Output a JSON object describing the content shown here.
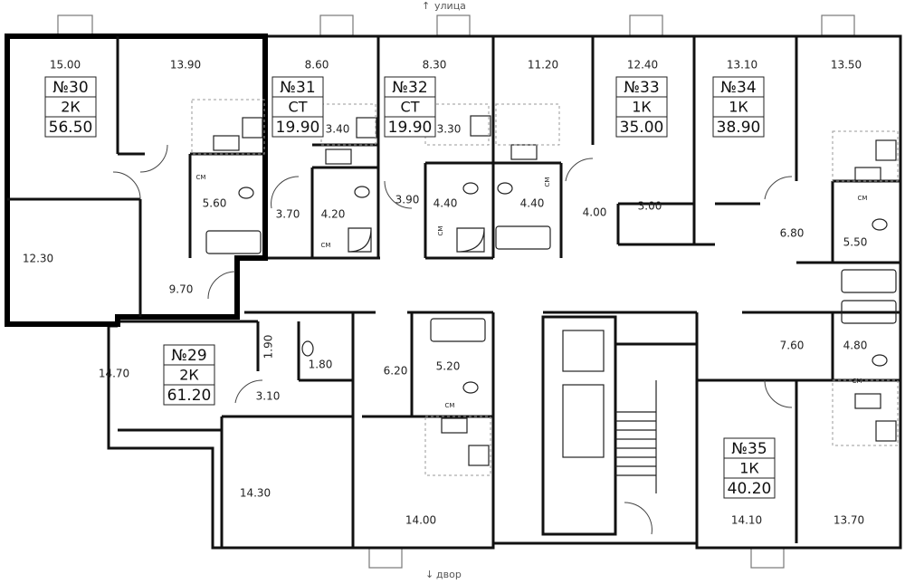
{
  "orientation": {
    "top": "улица",
    "bottom": "двор"
  },
  "apartments": [
    {
      "number": "№30",
      "type": "2К",
      "area": "56.50",
      "highlighted": true
    },
    {
      "number": "№31",
      "type": "СТ",
      "area": "19.90",
      "highlighted": false
    },
    {
      "number": "№32",
      "type": "СТ",
      "area": "19.90",
      "highlighted": false
    },
    {
      "number": "№33",
      "type": "1К",
      "area": "35.00",
      "highlighted": false
    },
    {
      "number": "№34",
      "type": "1К",
      "area": "38.90",
      "highlighted": false
    },
    {
      "number": "№29",
      "type": "2К",
      "area": "61.20",
      "highlighted": false
    },
    {
      "number": "№35",
      "type": "1К",
      "area": "40.20",
      "highlighted": false
    }
  ],
  "room_areas": [
    "15.00",
    "13.90",
    "5.60",
    "12.30",
    "9.70",
    "8.60",
    "3.40",
    "3.70",
    "4.20",
    "8.30",
    "3.30",
    "3.90",
    "4.40",
    "4.40",
    "11.20",
    "12.40",
    "4.00",
    "3.00",
    "13.10",
    "13.50",
    "6.80",
    "5.50",
    "1.90",
    "1.80",
    "14.70",
    "3.10",
    "6.20",
    "5.20",
    "14.30",
    "14.00",
    "7.60",
    "4.80",
    "14.10",
    "13.70"
  ],
  "fixture_label": "СМ",
  "colors": {
    "wall": "#111111",
    "highlight": "#000000",
    "text": "#222222",
    "window": "#888888"
  }
}
